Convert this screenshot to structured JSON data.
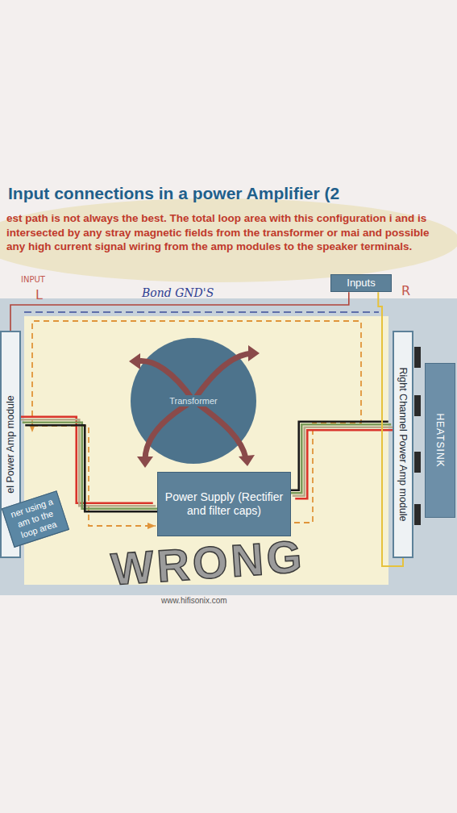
{
  "diagram": {
    "title": "Input connections in a power Amplifier (2",
    "nodes": [
      {
        "text": [
          "Inputs"
        ]
      },
      {
        "text": [
          "el Power Amp module"
        ]
      },
      {
        "text": [
          "Right Channel Power Amp module"
        ]
      },
      {
        "text": [
          "HEATSINK"
        ]
      },
      {
        "text": [
          "Transformer"
        ]
      },
      {
        "text": [
          "Power Supply (Rectifier and filter caps)"
        ]
      },
      {
        "text": [
          "ner using a am to the loop area"
        ]
      }
    ],
    "edges": [
      {
        "from": 5,
        "to": 1,
        "arrow": "none"
      },
      {
        "from": 5,
        "to": 2,
        "arrow": "none"
      },
      {
        "from": 0,
        "to": 2,
        "arrow": "none"
      },
      {
        "from": 0,
        "to": 1,
        "arrow": "none"
      }
    ],
    "labels": [
      "est path is not always the best. The total loop area with this configuration i and is intersected by any stray magnetic fields from the transformer or mai and possible any high current signal wiring from the amp modules to the speaker terminals.",
      "INPUT",
      "L",
      "Bond GND'S",
      "R",
      "WRONG",
      "www.hifisonix.com"
    ]
  }
}
